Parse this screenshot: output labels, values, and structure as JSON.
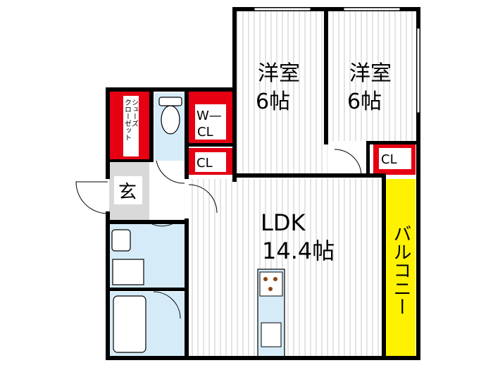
{
  "rooms": {
    "western1": {
      "line1": "洋室",
      "line2": "6帖"
    },
    "western2": {
      "line1": "洋室",
      "line2": "6帖"
    },
    "ldk": {
      "line1": "LDK",
      "line2": "14.4帖"
    },
    "shoe_closet": {
      "line1": "シューズ",
      "line2": "クローゼット"
    },
    "walk_in_closet": {
      "line1": "W—",
      "line2": "CL"
    },
    "closet_hall": "CL",
    "closet_western": "CL",
    "entrance": "玄",
    "balcony": "バルコニー"
  },
  "colors": {
    "wall": "#000000",
    "closet_red": "#e60012",
    "balcony_yellow": "#fff200",
    "wet_area_blue": "#d5ecf8",
    "entrance_gray": "#d9d9d9",
    "floor_line": "#c8c8c8"
  }
}
